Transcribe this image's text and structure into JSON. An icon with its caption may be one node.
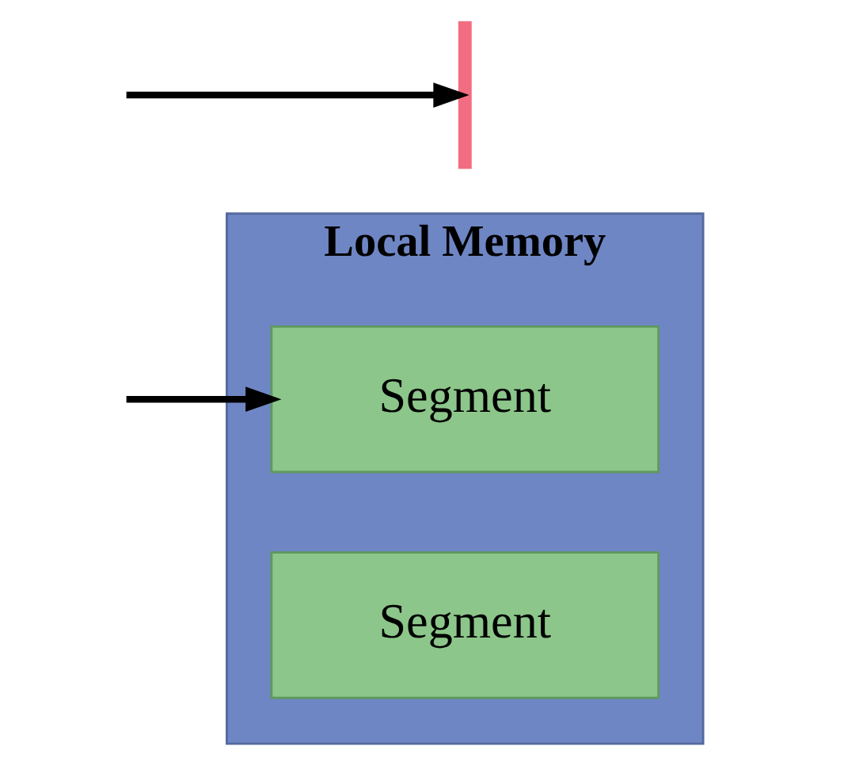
{
  "diagram": {
    "nodes": [
      {
        "text": [
          "Local Memory"
        ]
      },
      {
        "text": [
          "Segment"
        ],
        "in": 0
      },
      {
        "text": [
          "Segment"
        ],
        "in": 0
      },
      {
        "text": [],
        "shape": "bar"
      }
    ],
    "edges": [
      {
        "from": null,
        "to": 1,
        "arrow": "to"
      },
      {
        "from": null,
        "to": 3,
        "arrow": "to"
      }
    ]
  }
}
